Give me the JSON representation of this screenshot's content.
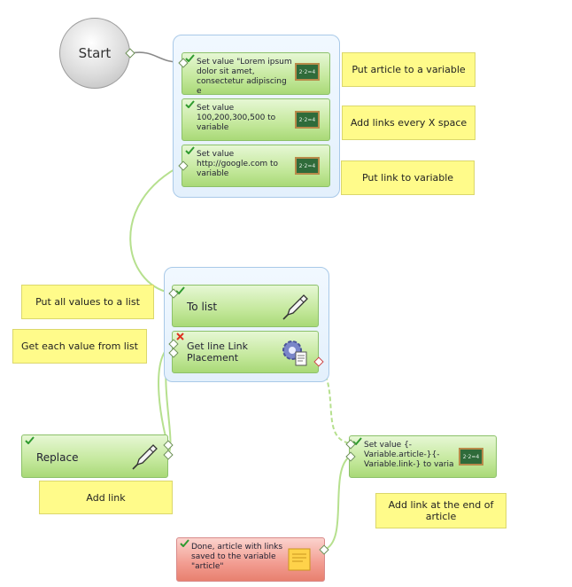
{
  "start": {
    "label": "Start"
  },
  "group1": {
    "nodes": [
      {
        "label": "Set value \"Lorem ipsum dolor sit amet, consectetur  adipiscing e"
      },
      {
        "label": "Set value 100,200,300,500 to variable"
      },
      {
        "label": "Set value http://google.com to variable"
      }
    ]
  },
  "group2": {
    "nodes": [
      {
        "label": "To list"
      },
      {
        "label": "Get line Link Placement"
      }
    ]
  },
  "replace": {
    "label": "Replace"
  },
  "set_article": {
    "label": "Set value {-Variable.article-}{-Variable.link-}  to varia"
  },
  "done": {
    "label": "Done, article with links saved to the variable \"article\""
  },
  "notes": {
    "put_article": "Put article to a variable",
    "add_links": "Add links every X space",
    "put_link": "Put link to variable",
    "put_all": "Put all values to a list",
    "get_each": "Get each value from list",
    "add_link": "Add link",
    "add_link_end": "Add link at the end of article"
  },
  "colors": {
    "node_green": "#c4e89c",
    "node_red": "#f29c90",
    "note_yellow": "#fffb8a",
    "connector_green": "#b6e08e",
    "connector_gray": "#8a8a8a"
  },
  "icons": [
    "chalkboard-icon",
    "pen-icon",
    "gear-document-icon",
    "sticky-note-icon",
    "check-icon",
    "error-x-icon"
  ]
}
